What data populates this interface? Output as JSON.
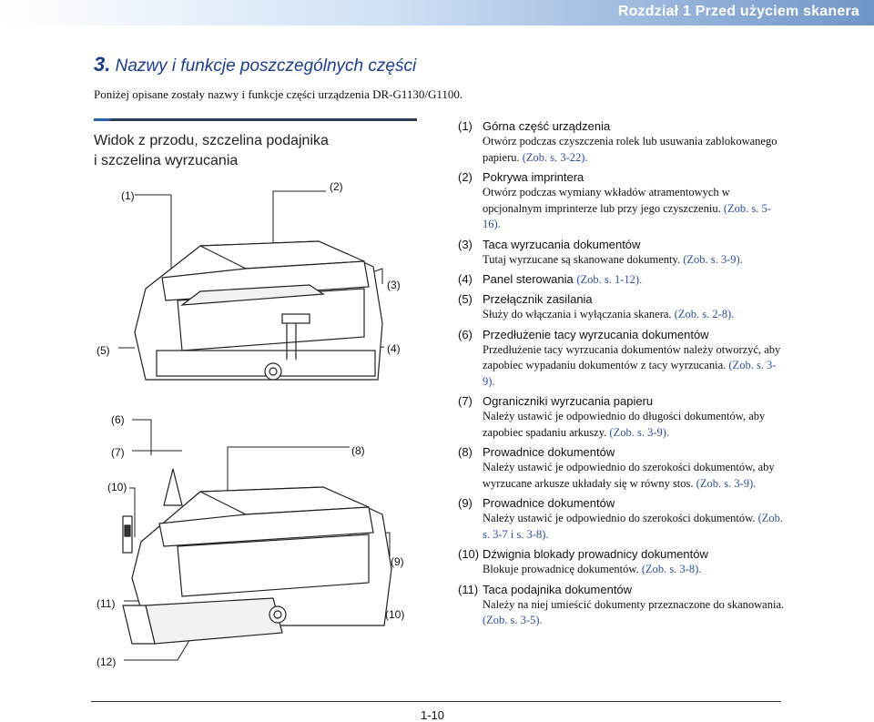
{
  "header": {
    "chapter": "Rozdział 1   Przed użyciem skanera"
  },
  "section": {
    "number": "3.",
    "title": "Nazwy i funkcje poszczególnych części"
  },
  "intro": "Poniżej opisane zostały nazwy i funkcje części urządzenia DR-G1130/G1100.",
  "view_title": "Widok z przodu, szczelina podajnika\ni szczelina wyrzucania",
  "callouts": {
    "c1": "(1)",
    "c2": "(2)",
    "c3": "(3)",
    "c4": "(4)",
    "c5": "(5)",
    "c6": "(6)",
    "c7": "(7)",
    "c8": "(8)",
    "c9": "(9)",
    "c10a": "(10)",
    "c10b": "(10)",
    "c11": "(11)",
    "c12": "(12)"
  },
  "items": [
    {
      "num": "(1)",
      "title": "Górna część urządzenia",
      "text": "Otwórz podczas czyszczenia rolek lub usuwania zablokowanego papieru.",
      "ref": "(Zob. s. 3-22)."
    },
    {
      "num": "(2)",
      "title": "Pokrywa imprintera",
      "text": "Otwórz podczas wymiany wkładów atramentowych w opcjonalnym imprinterze lub przy jego czyszczeniu.",
      "ref": "(Zob. s. 5-16)."
    },
    {
      "num": "(3)",
      "title": "Taca wyrzucania dokumentów",
      "text": "Tutaj wyrzucane są skanowane dokumenty.",
      "ref": "(Zob. s. 3-9)."
    },
    {
      "num": "(4)",
      "title": "Panel sterowania",
      "text": "",
      "ref": "(Zob. s. 1-12)."
    },
    {
      "num": "(5)",
      "title": "Przełącznik zasilania",
      "text": "Służy do włączania i wyłączania skanera.",
      "ref": "(Zob. s. 2-8)."
    },
    {
      "num": "(6)",
      "title": "Przedłużenie tacy wyrzucania dokumentów",
      "text": "Przedłużenie tacy wyrzucania dokumentów należy otworzyć, aby zapobiec wypadaniu dokumentów z tacy wyrzucania.",
      "ref": "(Zob. s. 3-9)."
    },
    {
      "num": "(7)",
      "title": "Ograniczniki wyrzucania papieru",
      "text": "Należy ustawić je odpowiednio do długości dokumentów, aby zapobiec spadaniu arkuszy.",
      "ref": "(Zob. s. 3-9)."
    },
    {
      "num": "(8)",
      "title": "Prowadnice dokumentów",
      "text": "Należy ustawić je odpowiednio do szerokości dokumentów, aby wyrzucane arkusze układały się w równy stos.",
      "ref": "(Zob. s. 3-9)."
    },
    {
      "num": "(9)",
      "title": "Prowadnice dokumentów",
      "text": "Należy ustawić je odpowiednio do szerokości dokumentów.",
      "ref": "(Zob. s. 3-7 i s. 3-8)."
    },
    {
      "num": "(10)",
      "title": "Dźwignia blokady prowadnicy dokumentów",
      "text": "Blokuje prowadnicę dokumentów.",
      "ref": "(Zob. s. 3-8)."
    },
    {
      "num": "(11)",
      "title": "Taca podajnika dokumentów",
      "text": "Należy na niej umieścić dokumenty przeznaczone do skanowania.",
      "ref": "(Zob. s. 3-5)."
    }
  ],
  "footer": {
    "page": "1-10"
  },
  "colors": {
    "accent": "#1a3d8f",
    "ref": "#2d4fa3",
    "header_fade": "#6f95c8"
  }
}
